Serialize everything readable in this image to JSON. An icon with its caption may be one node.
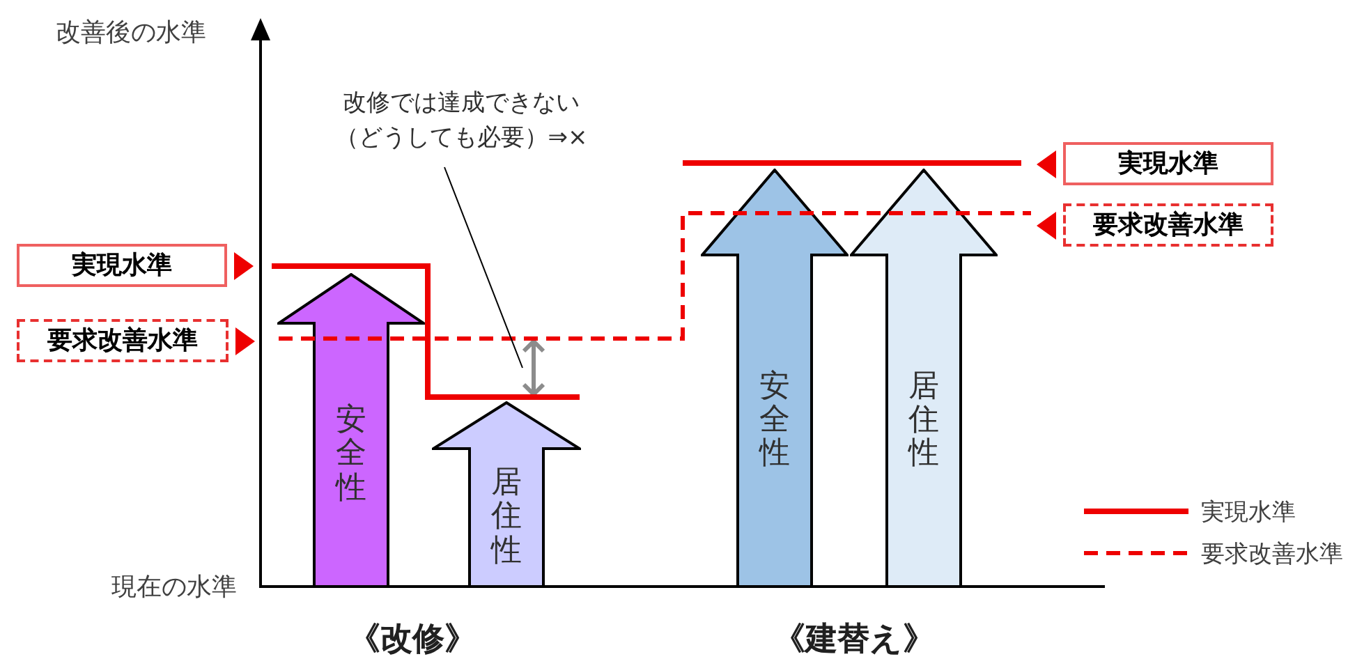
{
  "diagram": {
    "nodes": [
      {
        "text": [
          "実現水準"
        ]
      },
      {
        "text": [
          "要求改善水準"
        ]
      },
      {
        "text": [
          "安全性"
        ]
      },
      {
        "text": [
          "居住性"
        ]
      },
      {
        "text": [
          "改修では達成できない（どうしても必要）⇒×"
        ]
      },
      {
        "text": [],
        "shape": "arrow"
      },
      {
        "text": [
          "安全性"
        ]
      },
      {
        "text": [
          "居住性"
        ]
      },
      {
        "text": [
          "実現水準"
        ]
      },
      {
        "text": [
          "要求改善水準"
        ]
      }
    ],
    "edges": [
      {
        "from": 4,
        "to": 5,
        "arrow": "none"
      }
    ],
    "labels": [
      "改善後の水準",
      "現在の水準",
      "《改修》",
      "《建替え》"
    ],
    "legend": [
      {
        "text": "実現水準"
      },
      {
        "text": "要求改善水準"
      }
    ]
  }
}
